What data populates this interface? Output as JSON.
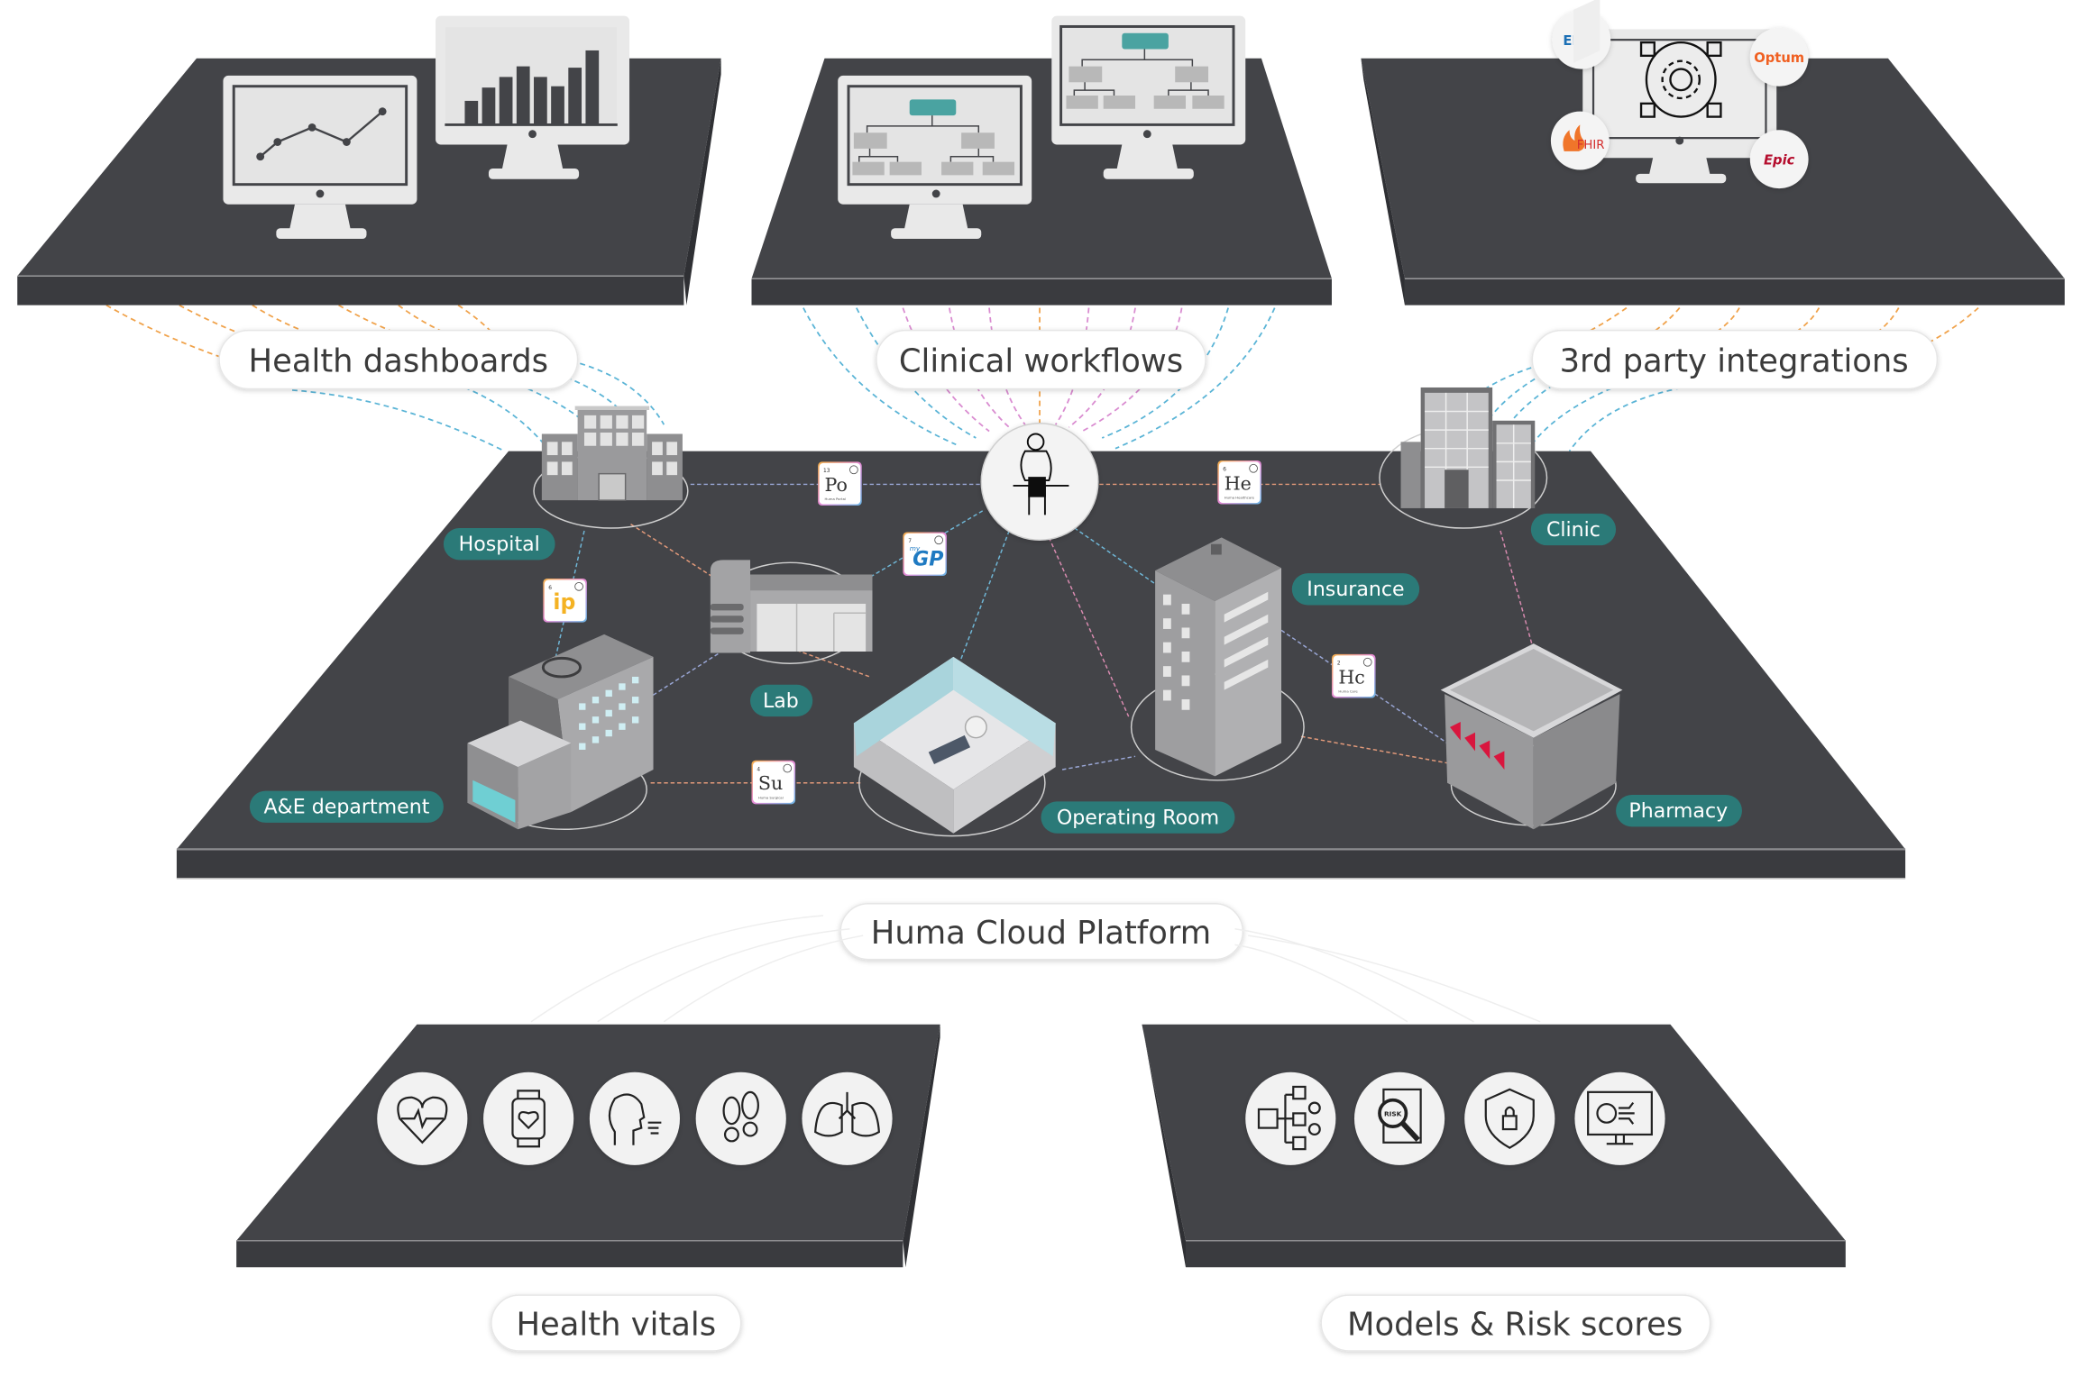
{
  "title": "Huma Cloud Platform architecture",
  "colors": {
    "platform": "#434448",
    "platform_edge": "#3a3b3f",
    "teal_label": "#2b7a78",
    "teal_accent": "#4aa3a1",
    "pill_text": "#3b3b3b",
    "monitor": "#e9e9e9",
    "dash_orange": "#f0a24a",
    "dash_blue": "#5ab4d6",
    "dash_pink": "#d98bd0"
  },
  "sections": {
    "health_dashboards": "Health dashboards",
    "clinical_workflows": "Clinical workflows",
    "third_party": "3rd party integrations",
    "cloud_platform": "Huma Cloud Platform",
    "health_vitals": "Health vitals",
    "models_risk": "Models & Risk scores"
  },
  "integrations": {
    "emis": "EMIS",
    "optum": "Optum",
    "fhir": "FHIR",
    "epic": "Epic"
  },
  "locations": {
    "hospital": "Hospital",
    "clinic": "Clinic",
    "insurance": "Insurance",
    "lab": "Lab",
    "ae": "A&E department",
    "operating_room": "Operating Room",
    "pharmacy": "Pharmacy"
  },
  "element_tiles": [
    {
      "id": "po",
      "number": "13",
      "symbol": "Po",
      "name": "Huma Portal"
    },
    {
      "id": "he",
      "number": "6",
      "symbol": "He",
      "name": "Huma Healthcare"
    },
    {
      "id": "hc",
      "number": "2",
      "symbol": "Hc",
      "name": "Huma Care"
    },
    {
      "id": "su",
      "number": "4",
      "symbol": "Su",
      "name": "Huma Surgical"
    },
    {
      "id": "gp",
      "number": "7",
      "symbol": "GP",
      "prefix": "my"
    },
    {
      "id": "ip",
      "number": "6",
      "symbol": "ip"
    }
  ],
  "vitals_icons": [
    "heart-rate-icon",
    "smartwatch-icon",
    "breathing-icon",
    "footsteps-icon",
    "lungs-icon"
  ],
  "model_icons": [
    "code-workflow-icon",
    "risk-search-icon",
    "security-shield-icon",
    "ai-monitor-icon"
  ],
  "risk_word": "RISK"
}
